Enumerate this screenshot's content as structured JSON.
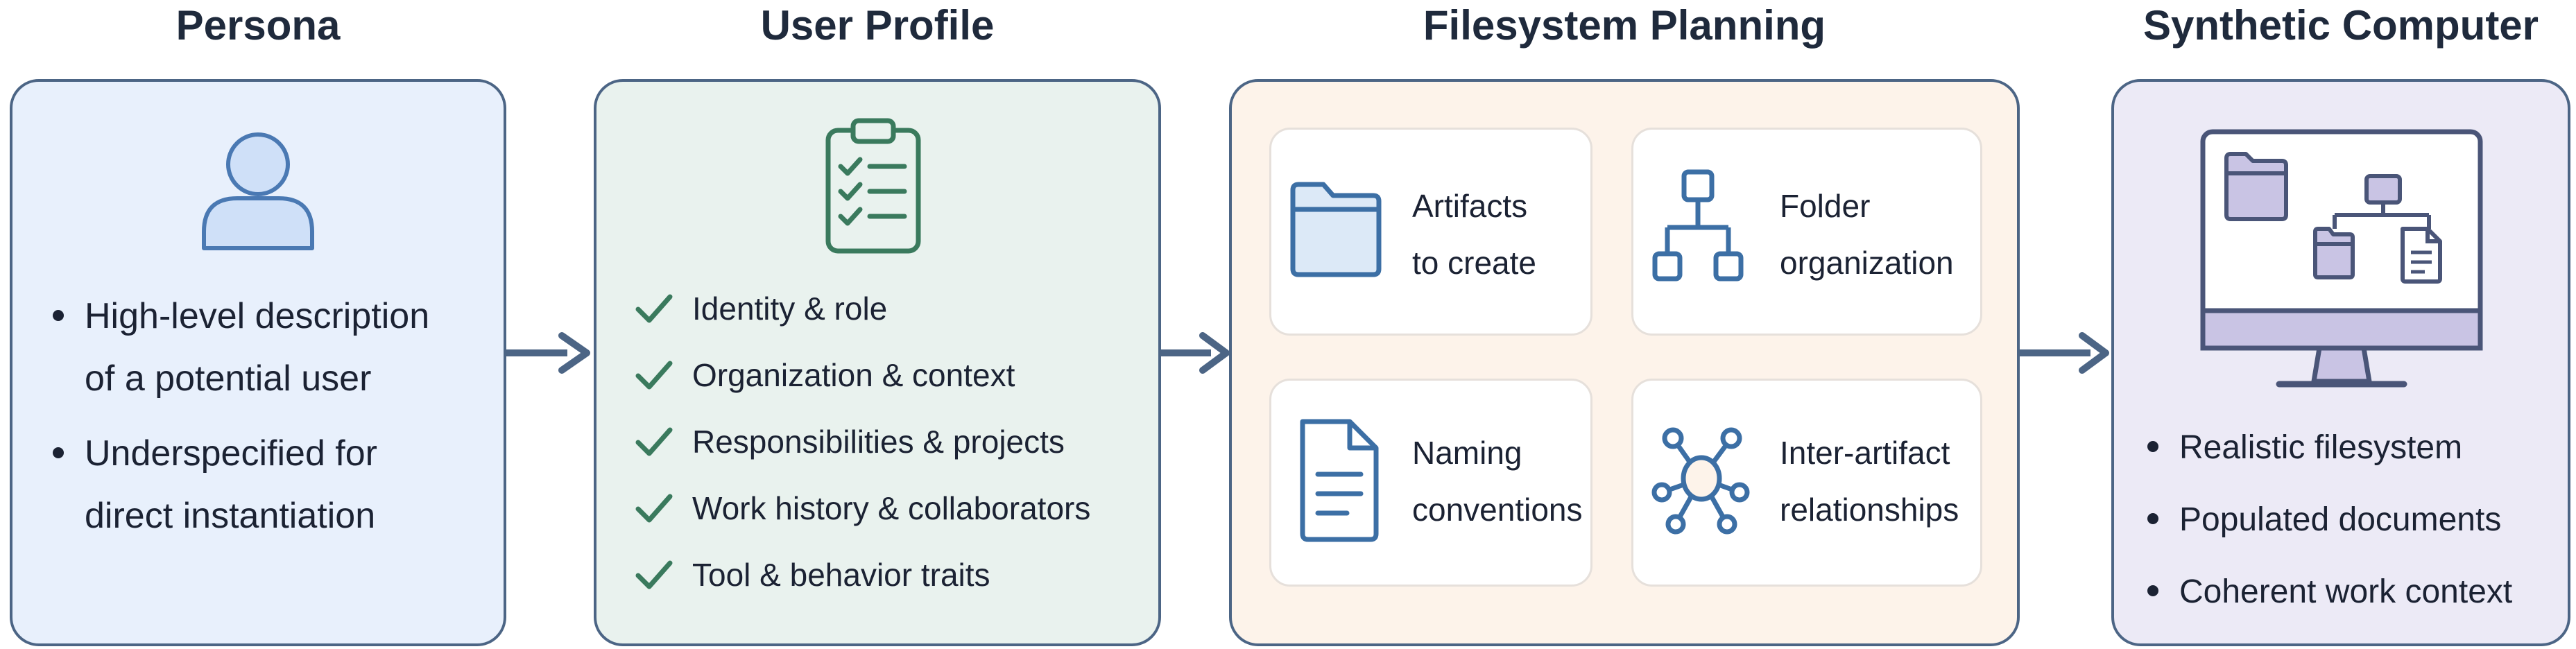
{
  "persona": {
    "title": "Persona",
    "bullets": [
      [
        "High-level description",
        "of a potential user"
      ],
      [
        "Underspecified for",
        "direct instantiation"
      ]
    ]
  },
  "user_profile": {
    "title": "User Profile",
    "items": [
      "Identity & role",
      "Organization & context",
      "Responsibilities & projects",
      "Work history & collaborators",
      "Tool & behavior traits"
    ]
  },
  "filesystem_planning": {
    "title": "Filesystem Planning",
    "cards": [
      {
        "icon": "folder-icon",
        "lines": [
          "Artifacts",
          "to create"
        ]
      },
      {
        "icon": "hierarchy-icon",
        "lines": [
          "Folder",
          "organization"
        ]
      },
      {
        "icon": "document-icon",
        "lines": [
          "Naming",
          "conventions"
        ]
      },
      {
        "icon": "network-icon",
        "lines": [
          "Inter-artifact",
          "relationships"
        ]
      }
    ]
  },
  "synthetic_computer": {
    "title": "Synthetic Computer",
    "bullets": [
      "Realistic filesystem",
      "Populated documents",
      "Coherent work context"
    ]
  },
  "colors": {
    "outline": "#4c6585",
    "check": "#3a7a5d",
    "persona_bg": "#e8f0fc",
    "profile_bg": "#e9f2ee",
    "planning_bg": "#fdf3ea",
    "computer_bg": "#eceaf6"
  }
}
